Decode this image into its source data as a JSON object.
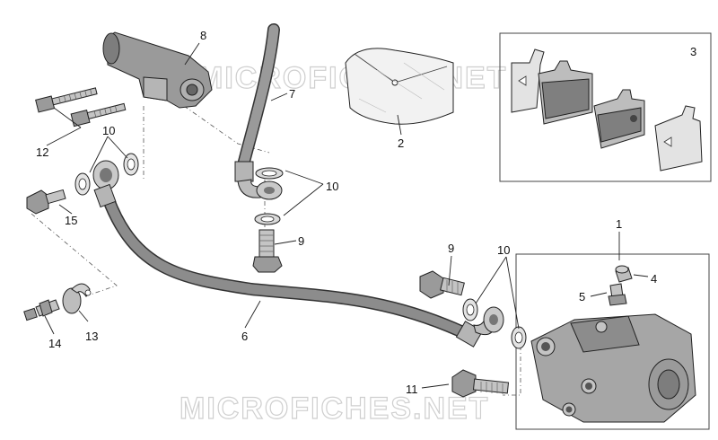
{
  "watermarks": {
    "top": "MICROFICHES.NET",
    "bottom": "MICROFICHES.NET"
  },
  "callouts": {
    "c1": "1",
    "c2": "2",
    "c3": "3",
    "c4": "4",
    "c5": "5",
    "c6": "6",
    "c7": "7",
    "c8": "8",
    "c9a": "9",
    "c9b": "9",
    "c10a": "10",
    "c10b": "10",
    "c10c": "10",
    "c11": "11",
    "c12": "12",
    "c13": "13",
    "c14": "14",
    "c15": "15"
  },
  "colors": {
    "part_dark": "#8c8c8c",
    "part_mid": "#a6a6a6",
    "part_light": "#c4c4c4",
    "box_border": "#444444",
    "watermark": "#cfcfcf"
  }
}
